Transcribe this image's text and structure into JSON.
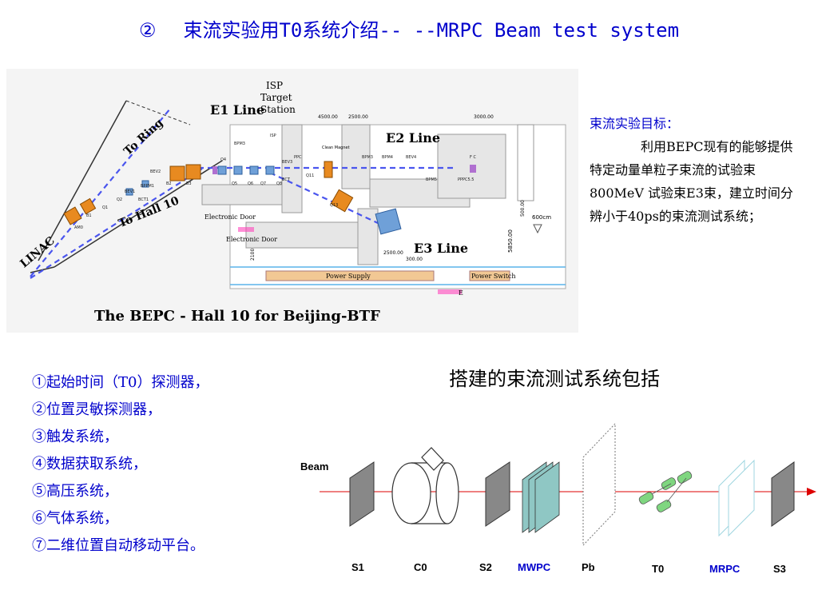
{
  "title": {
    "num": "②",
    "text": "束流实验用T0系统介绍-- --MRPC Beam test system"
  },
  "map": {
    "labels": {
      "to_ring": "To Ring",
      "linac": "LINAC",
      "to_hall": "To Hall 10",
      "e1": "E1 Line",
      "e2": "E2 Line",
      "e3": "E3 Line",
      "isp1": "ISP",
      "isp2": "Target",
      "isp3": "Station",
      "elec_door": "Electronic Door",
      "elec_door2": "Electronic Door",
      "elec_e": "E",
      "power_supply": "Power Supply",
      "power_switch": "Power Switch",
      "dim1": "4500.00",
      "dim2": "2500.00",
      "dim3": "3000.00",
      "dim4": "5850.00",
      "dim5": "2100",
      "dim6": "2500.00",
      "dim7": "300.00",
      "dim8": "600cm",
      "dim9": "500.00",
      "clean": "Clean Magnet",
      "small": [
        "AM0",
        "B1",
        "Q1",
        "Q2",
        "BEV1",
        "BPPM1",
        "B2",
        "B3",
        "Q4",
        "BPM3",
        "Q5",
        "Q6",
        "Q7",
        "Q8",
        "BEV3",
        "BCT",
        "PPC",
        "Q11",
        "Q13",
        "BPM3",
        "BEV4",
        "BPM5",
        "PPPC5.5",
        "F C",
        "BPM4",
        "ISP",
        "BEV2",
        "BCT1"
      ],
      "caption": "The BEPC - Hall 10 for Beijing-BTF"
    }
  },
  "goal": {
    "head": "束流实验目标：",
    "body": "利用BEPC现有的能够提供特定动量单粒子束流的试验束800MeV 试验束E3束，建立时间分辨小于40ps的束流测试系统；"
  },
  "list": [
    "①起始时间（T0）探测器，",
    "②位置灵敏探测器，",
    "③触发系统，",
    "④数据获取系统，",
    "⑤高压系统，",
    "⑥气体系统，",
    "⑦二维位置自动移动平台。"
  ],
  "setup": {
    "caption": "搭建的束流测试系统包括",
    "beam_label": "Beam",
    "labels": [
      "S1",
      "C0",
      "S2",
      "MWPC",
      "Pb",
      "T0",
      "MRPC",
      "S3"
    ]
  },
  "colors": {
    "title_blue": "#0000cc",
    "beam_red": "#dd0000",
    "mwpc_teal": "#8fc7c4"
  }
}
